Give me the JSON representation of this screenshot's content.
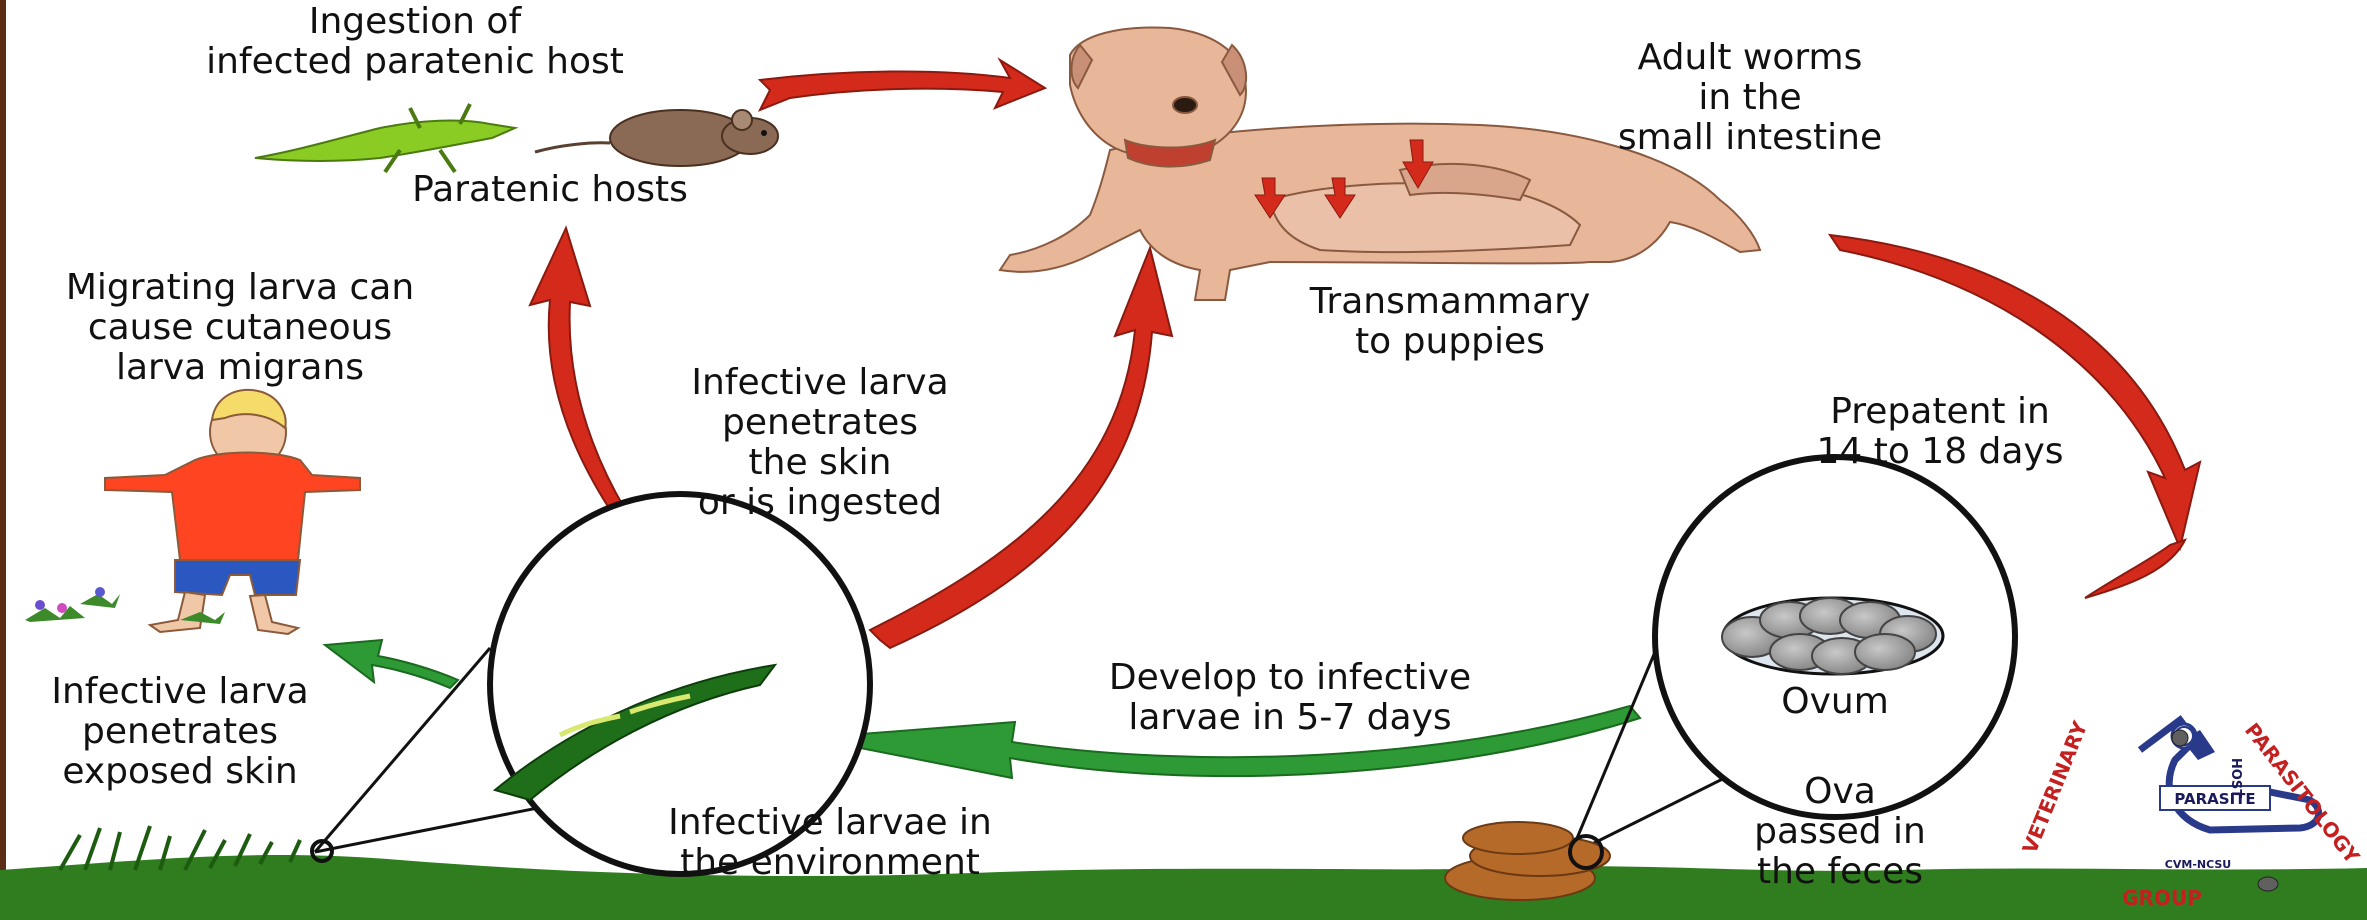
{
  "labels": {
    "ingestion": "Ingestion of\ninfected paratenic host",
    "paratenic_hosts": "Paratenic hosts",
    "adult_worms": "Adult worms\nin the\nsmall intestine",
    "transmammary": "Transmammary\nto puppies",
    "migrating_larva": "Migrating larva can\ncause cutaneous\nlarva migrans",
    "infective_penetrates_ingested": "Infective larva\npenetrates\nthe skin\nor is ingested",
    "prepatent": "Prepatent in\n14 to 18 days",
    "develop": "Develop to infective\nlarvae in 5-7 days",
    "ovum": "Ovum",
    "infective_exposed_skin": "Infective larva\npenetrates\nexposed skin",
    "infective_environment": "Infective larvae in\nthe environment",
    "ova_feces": "Ova\npassed in\nthe feces"
  },
  "logo": {
    "arc_left": "VETERINARY",
    "arc_right": "PARASITOLOGY",
    "bottom": "GROUP",
    "center": "PARASITE",
    "vertical": "HOST",
    "tagline": "CVM-NCSU"
  },
  "colors": {
    "cycle_arrow": "#d42a1c",
    "environment_arrow": "#2e9a35",
    "ground": "#2f7d1e",
    "dog": "#e8b79a"
  }
}
